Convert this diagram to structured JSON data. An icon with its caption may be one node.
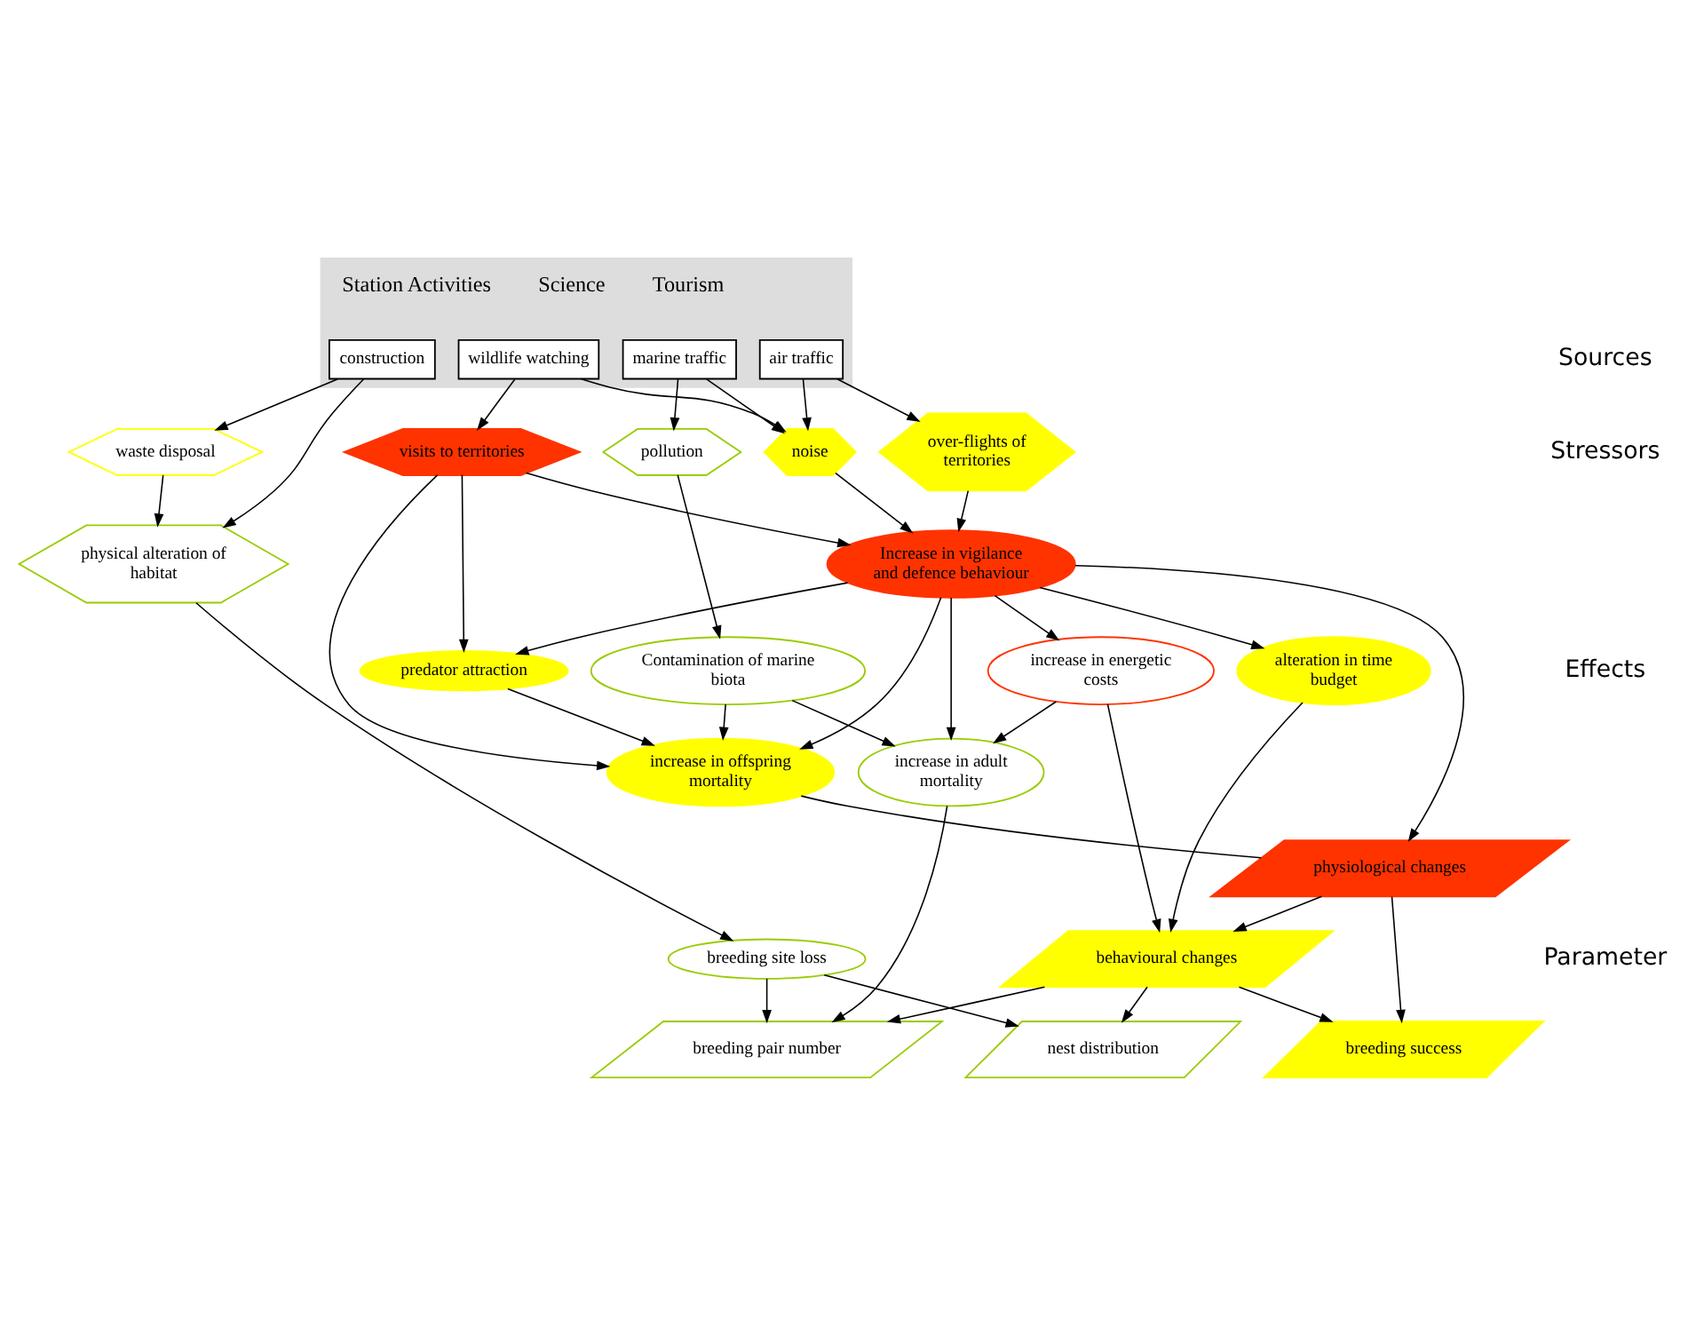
{
  "diagram": {
    "nodes": [
      {
        "text": [],
        "shape": "box"
      },
      {
        "text": [
          "construction"
        ],
        "in": 0
      },
      {
        "text": [
          "wildlife watching"
        ],
        "in": 0
      },
      {
        "text": [
          "air traffic"
        ],
        "in": 0
      },
      {
        "text": [
          "marine traffic"
        ],
        "in": 0
      },
      {
        "text": [
          "waste disposal"
        ]
      },
      {
        "text": [
          "visits to territories"
        ]
      },
      {
        "text": [
          "noise"
        ]
      },
      {
        "text": [
          "pollution"
        ]
      },
      {
        "text": [
          "over-flights of territories"
        ]
      },
      {
        "text": [
          "physical alteration of habitat"
        ]
      },
      {
        "text": [
          "Contamination of marine biota"
        ]
      },
      {
        "text": [
          "predator attraction"
        ]
      },
      {
        "text": [
          "Increase in vigilance and defence behaviour"
        ]
      },
      {
        "text": [
          "breeding site loss"
        ]
      },
      {
        "text": [
          "increase in offspring mortality"
        ]
      },
      {
        "text": [
          "alteration in time budget"
        ]
      },
      {
        "text": [
          "increase in energetic costs"
        ]
      },
      {
        "text": [
          "increase in adult mortality"
        ]
      },
      {
        "text": [
          "physiological changes"
        ]
      },
      {
        "text": [
          "behavioural changes"
        ]
      },
      {
        "text": [
          "breeding pair number"
        ]
      },
      {
        "text": [
          "nest distribution"
        ]
      },
      {
        "text": [
          "breeding success"
        ]
      }
    ],
    "edges": [
      {
        "from": 1,
        "to": 5,
        "arrow": "to"
      },
      {
        "from": 1,
        "to": 10,
        "arrow": "to"
      },
      {
        "from": 2,
        "to": 6,
        "arrow": "to"
      },
      {
        "from": 2,
        "to": 7,
        "arrow": "to"
      },
      {
        "from": 3,
        "to": 7,
        "arrow": "to"
      },
      {
        "from": 4,
        "to": 7,
        "arrow": "to"
      },
      {
        "from": 3,
        "to": 9,
        "arrow": "to"
      },
      {
        "from": 4,
        "to": 8,
        "arrow": "to"
      },
      {
        "from": 5,
        "to": 10,
        "arrow": "to"
      },
      {
        "from": 8,
        "to": 11,
        "arrow": "to"
      },
      {
        "from": 6,
        "to": 12,
        "arrow": "to"
      },
      {
        "from": 6,
        "to": 15,
        "arrow": "to"
      },
      {
        "from": 6,
        "to": 13,
        "arrow": "to"
      },
      {
        "from": 7,
        "to": 13,
        "arrow": "to"
      },
      {
        "from": 9,
        "to": 13,
        "arrow": "to"
      },
      {
        "from": 10,
        "to": 14,
        "arrow": "to"
      },
      {
        "from": 13,
        "to": 12,
        "arrow": "to"
      },
      {
        "from": 12,
        "to": 15,
        "arrow": "to"
      },
      {
        "from": 13,
        "to": 15,
        "arrow": "to"
      },
      {
        "from": 13,
        "to": 18,
        "arrow": "to"
      },
      {
        "from": 13,
        "to": 17,
        "arrow": "to"
      },
      {
        "from": 13,
        "to": 16,
        "arrow": "to"
      },
      {
        "from": 13,
        "to": 19,
        "arrow": "to"
      },
      {
        "from": 11,
        "to": 15,
        "arrow": "to"
      },
      {
        "from": 11,
        "to": 18,
        "arrow": "to"
      },
      {
        "from": 17,
        "to": 18,
        "arrow": "to"
      },
      {
        "from": 15,
        "to": 19,
        "arrow": "none"
      },
      {
        "from": 17,
        "to": 20,
        "arrow": "to"
      },
      {
        "from": 16,
        "to": 20,
        "arrow": "to"
      },
      {
        "from": 19,
        "to": 20,
        "arrow": "to"
      },
      {
        "from": 14,
        "to": 21,
        "arrow": "to"
      },
      {
        "from": 14,
        "to": 22,
        "arrow": "to"
      },
      {
        "from": 18,
        "to": 21,
        "arrow": "to"
      },
      {
        "from": 20,
        "to": 21,
        "arrow": "to"
      },
      {
        "from": 20,
        "to": 22,
        "arrow": "to"
      },
      {
        "from": 20,
        "to": 23,
        "arrow": "to"
      },
      {
        "from": 19,
        "to": 23,
        "arrow": "to"
      }
    ],
    "labels": [
      "Station Activities",
      "Science",
      "Tourism",
      "Sources",
      "Stressors",
      "Effects",
      "Parameter"
    ]
  }
}
